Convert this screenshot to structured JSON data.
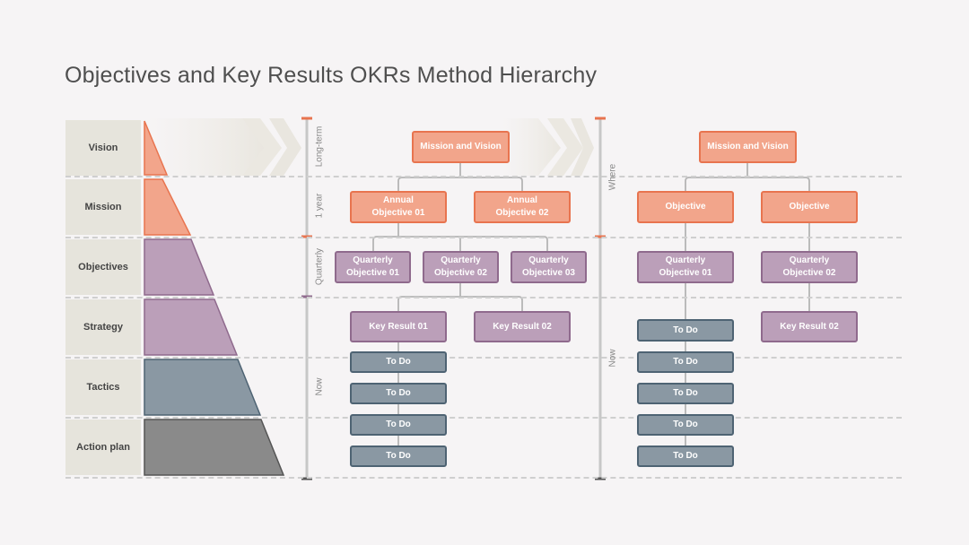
{
  "title": "Objectives and Key Results OKRs Method Hierarchy",
  "levels": [
    "Vision",
    "Mission",
    "Objectives",
    "Strategy",
    "Tactics",
    "Action plan"
  ],
  "timeline_left": {
    "long_term": "Long-term",
    "year": "1 year",
    "quarterly": "Quarterly",
    "now": "Now"
  },
  "timeline_right": {
    "where": "Where",
    "now": "Now"
  },
  "left_tree": {
    "mission": "Mission and Vision",
    "annual": [
      "Annual\nObjective 01",
      "Annual\nObjective 02"
    ],
    "quarterly": [
      "Quarterly\nObjective 01",
      "Quarterly\nObjective 02",
      "Quarterly\nObjective 03"
    ],
    "key_results": [
      "Key Result 01",
      "Key Result 02"
    ],
    "todos": [
      "To Do",
      "To Do",
      "To Do",
      "To Do"
    ]
  },
  "right_tree": {
    "mission": "Mission and Vision",
    "objectives": [
      "Objective",
      "Objective"
    ],
    "quarterly": [
      "Quarterly\nObjective 01",
      "Quarterly\nObjective 02"
    ],
    "key_results": [
      "Key Result 02"
    ],
    "todos": [
      "To Do",
      "To Do",
      "To Do",
      "To Do",
      "To Do"
    ]
  },
  "colors": {
    "orange": "#f2a58b",
    "orange_border": "#e8744f",
    "purple": "#bb9fb9",
    "purple_border": "#8f6a8d",
    "slate": "#8a98a3",
    "slate_border": "#4e6373",
    "dark": "#8a8a8a"
  }
}
